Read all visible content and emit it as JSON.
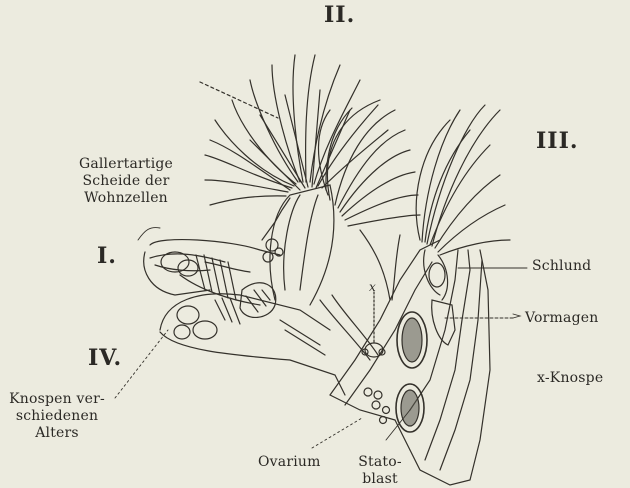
{
  "roman_labels": {
    "r1": "I.",
    "r2": "II.",
    "r3": "III.",
    "r4": "IV."
  },
  "labels": {
    "gallert_1": "Gallertartige",
    "gallert_2": "Scheide der",
    "gallert_3": "Wohnzellen",
    "schlund": "Schlund",
    "vormagen": "Vormagen",
    "x_knospe": "x-Knospe",
    "knospen_1": "Knospen ver-",
    "knospen_2": "schiedenen",
    "knospen_3": "Alters",
    "ovarium": "Ovarium",
    "stato_1": "Stato-",
    "stato_2": "blast",
    "x_mark": "x"
  },
  "colors": {
    "paper": "#ecebdf",
    "ink": "#2b2925"
  }
}
